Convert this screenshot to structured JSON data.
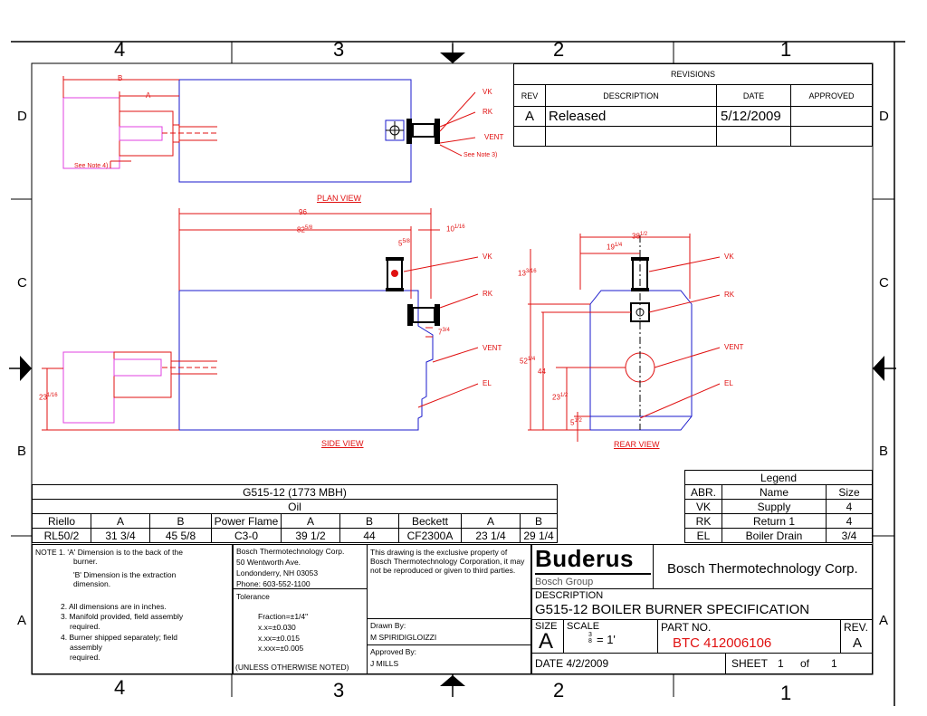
{
  "zones": {
    "top": [
      "4",
      "3",
      "2",
      "1"
    ],
    "bottom": [
      "4",
      "3",
      "2",
      "1"
    ],
    "left": [
      "D",
      "C",
      "B",
      "A"
    ],
    "right": [
      "D",
      "C",
      "B",
      "A"
    ]
  },
  "revisions": {
    "title": "REVISIONS",
    "headers": [
      "REV",
      "DESCRIPTION",
      "DATE",
      "APPROVED"
    ],
    "rows": [
      {
        "rev": "A",
        "description": "Released",
        "date": "5/12/2009",
        "approved": ""
      }
    ]
  },
  "views": {
    "plan": "PLAN VIEW",
    "side": "SIDE VIEW",
    "rear": "REAR VIEW"
  },
  "callouts": {
    "vk": "VK",
    "rk": "RK",
    "vent": "VENT",
    "el": "EL",
    "see_note_4": "See Note 4)",
    "see_note_3": "See Note 3)"
  },
  "dimensions": {
    "plan_b": "B",
    "plan_a": "A",
    "side_96": "96",
    "side_82": "82",
    "side_82_frac": "5/8",
    "side_10": "10",
    "side_10_frac": "1/16",
    "side_5": "5",
    "side_5_frac": "5/8",
    "side_7": "7",
    "side_7_frac": "3/4",
    "side_23": "23",
    "side_23_frac": "1/16",
    "rear_38": "38",
    "rear_38_frac": "1/2",
    "rear_19": "19",
    "rear_19_frac": "1/4",
    "rear_13": "13",
    "rear_13_frac": "3/16",
    "rear_52": "52",
    "rear_52_frac": "1/4",
    "rear_44": "44",
    "rear_23": "23",
    "rear_23_frac": "1/2",
    "rear_5": "5",
    "rear_5_frac": "1/2"
  },
  "legend": {
    "title": "Legend",
    "headers": [
      "ABR.",
      "Name",
      "Size"
    ],
    "rows": [
      {
        "abr": "VK",
        "name": "Supply",
        "size": "4"
      },
      {
        "abr": "RK",
        "name": "Return 1",
        "size": "4"
      },
      {
        "abr": "EL",
        "name": "Boiler Drain",
        "size": "3/4"
      }
    ]
  },
  "burner_table": {
    "title": "G515-12 (1773 MBH)",
    "subtitle": "Oil",
    "headers": [
      "Riello",
      "A",
      "B",
      "Power Flame",
      "A",
      "B",
      "Beckett",
      "A",
      "B"
    ],
    "row": [
      "RL50/2",
      "31 3/4",
      "45 5/8",
      "C3-0",
      "39 1/2",
      "44",
      "CF2300A",
      "23 1/4",
      "29 1/4"
    ]
  },
  "notes": {
    "n1_a": "NOTE 1. 'A' Dimension is to the back of the",
    "n1_b": "burner.",
    "n1_c": "'B' Dimension is the extraction",
    "n1_d": "dimension.",
    "n2": "2. All dimensions are in inches.",
    "n3_a": "3. Manifold provided, field assembly",
    "n3_b": "required.",
    "n4_a": "4. Burner shipped separately; field",
    "n4_b": "assembly",
    "n4_c": "required."
  },
  "company": {
    "name": "Bosch Thermotechnology Corp.",
    "address1": "50 Wentworth Ave.",
    "address2": "Londonderry, NH 03053",
    "phone": "Phone: 603-552-1100"
  },
  "tolerance": {
    "label": "Tolerance",
    "fraction": "Fraction=±1/4\"",
    "x_x": "x.x=±0.030",
    "x_xx": "x.xx=±0.015",
    "x_xxx": "x.xxx=±0.005",
    "unless": "(UNLESS OTHERWISE NOTED)"
  },
  "property_note": "This drawing is the exclusive property of Bosch Thermotechnology Corporation, it may not be reproduced or given to third parties.",
  "drawn_by": {
    "label": "Drawn By:",
    "value": "M SPIRIDIGLOIZZI"
  },
  "approved_by": {
    "label": "Approved By:",
    "value": "J MILLS"
  },
  "title_block": {
    "logo": "Buderus",
    "logo_sub": "Bosch Group",
    "company": "Bosch Thermotechnology Corp.",
    "description_label": "DESCRIPTION",
    "description": "G515-12 BOILER BURNER SPECIFICATION",
    "size_label": "SIZE",
    "size": "A",
    "scale_label": "SCALE",
    "scale_num": "3",
    "scale_den": "8",
    "scale_rest": "= 1'",
    "part_label": "PART NO.",
    "part_no": "BTC 412006106",
    "rev_label": "REV.",
    "rev": "A",
    "date": "DATE 4/2/2009",
    "sheet_label": "SHEET",
    "sheet": "1",
    "of_label": "of",
    "of": "1"
  },
  "colors": {
    "red": "#e01010",
    "blue": "#1a1acc",
    "magenta": "#e040e0",
    "black": "#000000"
  }
}
